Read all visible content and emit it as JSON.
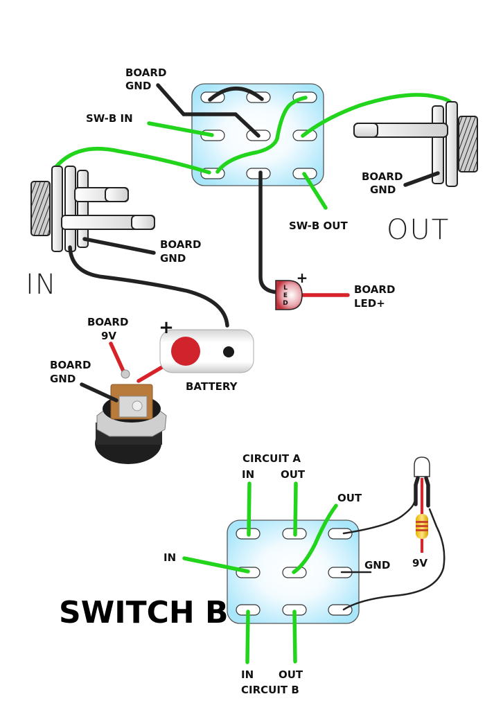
{
  "diagram": {
    "title": "SWITCH B",
    "top_switch": {
      "labels": {
        "board_gnd": [
          "BOARD",
          "GND"
        ],
        "sw_b_in": "SW-B IN",
        "sw_b_out": "SW-B OUT"
      }
    },
    "input_jack": {
      "label": "IN",
      "board_gnd": [
        "BOARD",
        "GND"
      ]
    },
    "output_jack": {
      "label": "OUT",
      "board_gnd": [
        "BOARD",
        "GND"
      ]
    },
    "led": {
      "text": [
        "L",
        "E",
        "D"
      ],
      "polarity": "+",
      "board_label": [
        "BOARD",
        "LED+"
      ]
    },
    "battery": {
      "label": "BATTERY",
      "polarity": "+"
    },
    "dc_jack": {
      "board_9v": [
        "BOARD",
        "9V"
      ],
      "board_gnd": [
        "BOARD",
        "GND"
      ]
    },
    "switch_b": {
      "circuit_a": {
        "title": "CIRCUIT A",
        "in": "IN",
        "out": "OUT"
      },
      "circuit_b": {
        "title": "CIRCUIT B",
        "in": "IN",
        "out": "OUT"
      },
      "in": "IN",
      "out": "OUT",
      "gnd": "GND",
      "led_supply": "9V"
    },
    "colors": {
      "signal_wire": "#22d41c",
      "ground_wire": "#222222",
      "power_wire": "#d8222a",
      "switch_body": "#bfeefb"
    }
  }
}
